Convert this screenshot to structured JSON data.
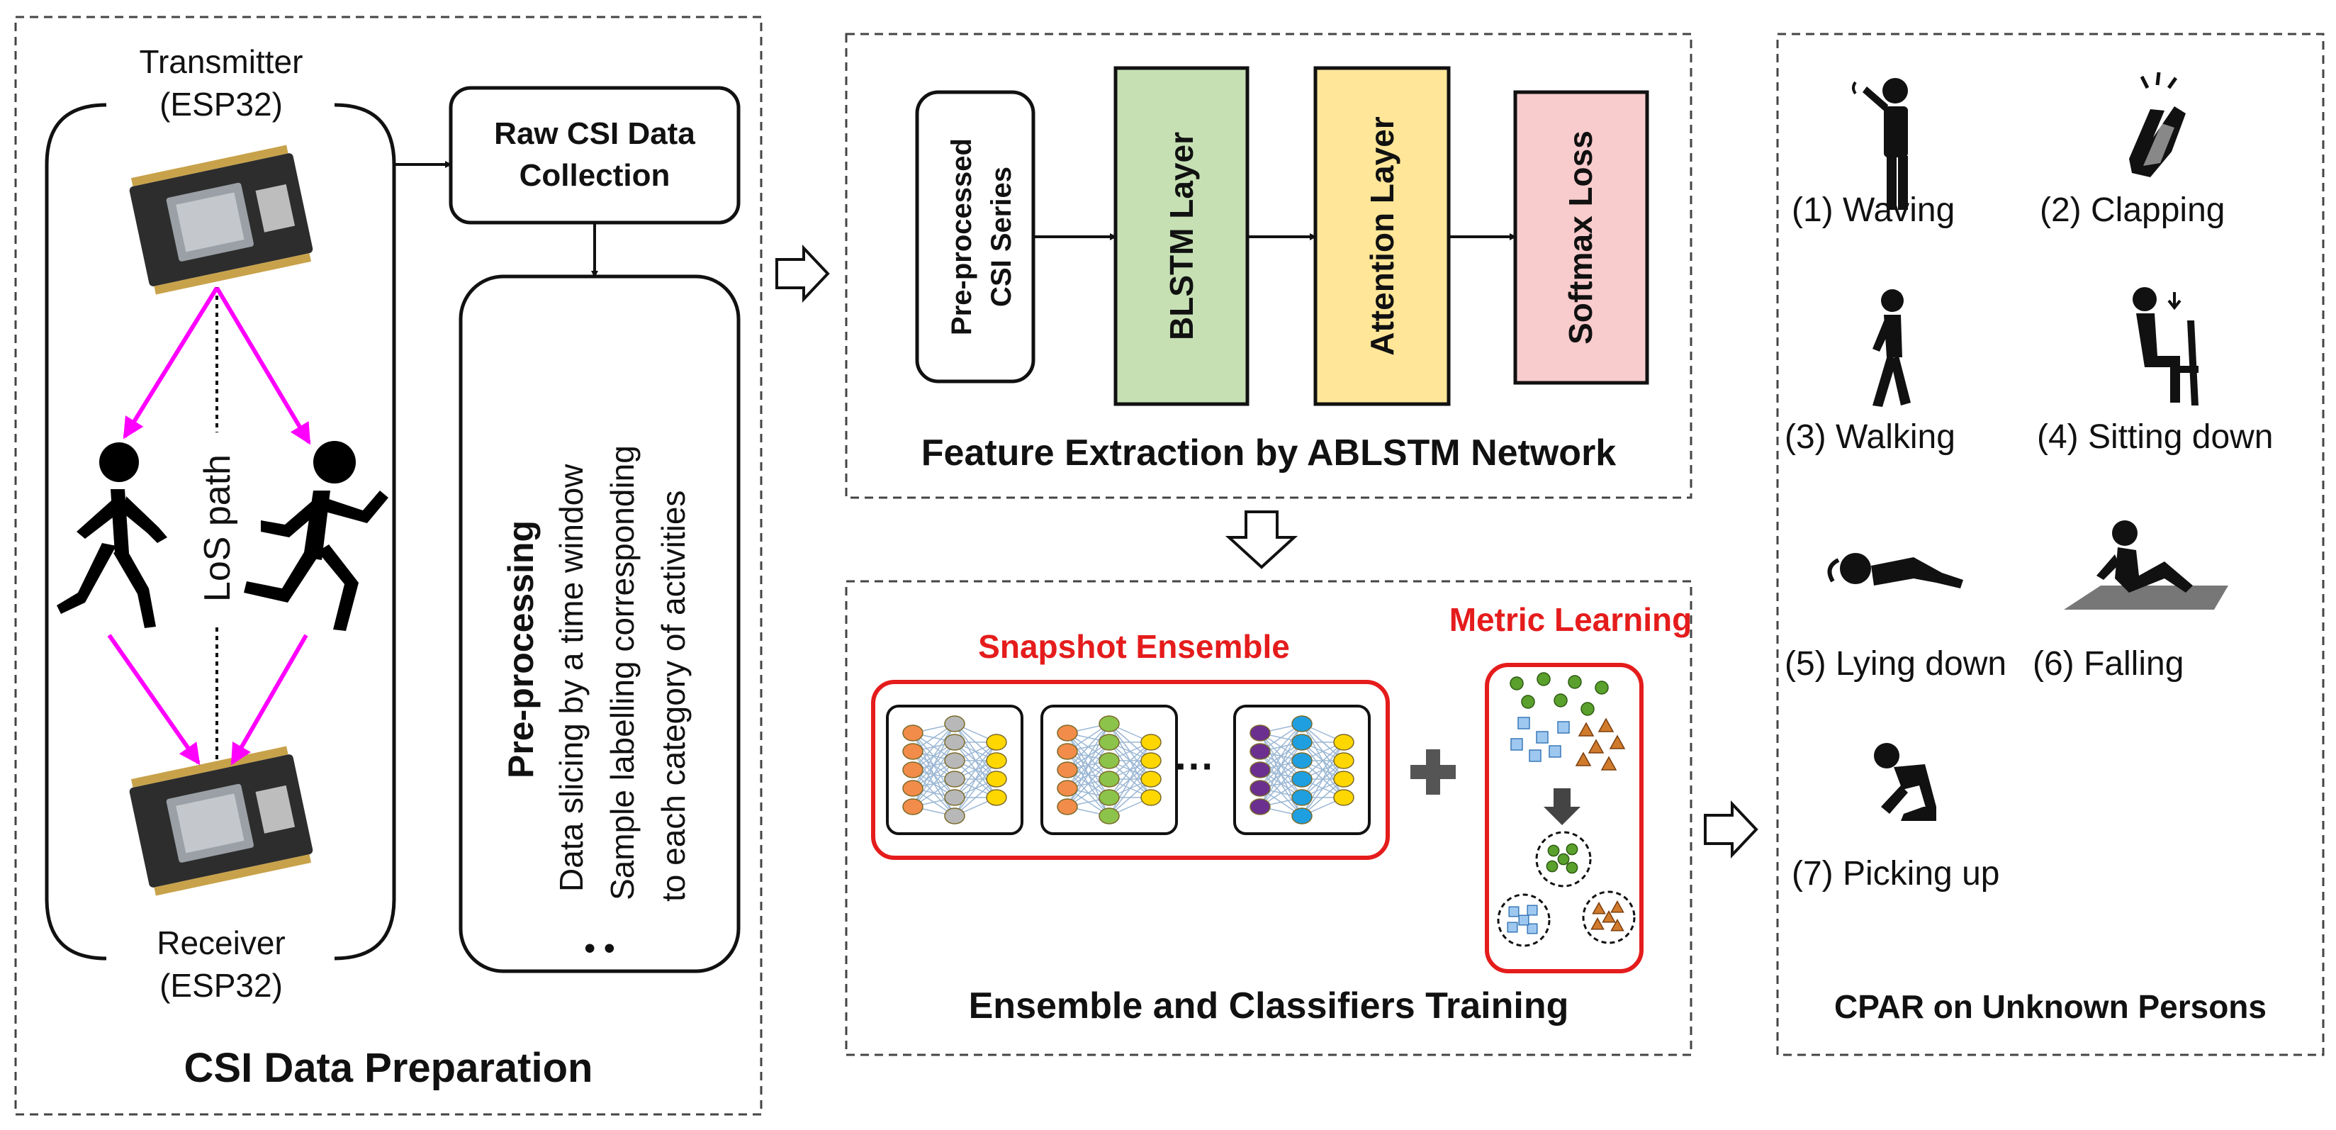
{
  "panel_prep": {
    "title": "CSI Data Preparation",
    "transmitter_label": "Transmitter",
    "transmitter_model": "(ESP32)",
    "receiver_label": "Receiver",
    "receiver_model": "(ESP32)",
    "los_label": "LoS path",
    "raw_box_line1": "Raw CSI Data",
    "raw_box_line2": "Collection",
    "preproc_title": "Pre-processing",
    "preproc_line1": "Data slicing by a time window",
    "preproc_line2": "Sample labelling corresponding",
    "preproc_line3": "to each category of activities",
    "preproc_ellipsis": "• •"
  },
  "panel_feature": {
    "title": "Feature Extraction by ABLSTM Network",
    "input_line1": "Pre-processed",
    "input_line2": "CSI Series",
    "blstm": "BLSTM Layer",
    "attention": "Attention Layer",
    "softmax": "Softmax Loss"
  },
  "panel_ensemble": {
    "title": "Ensemble and Classifiers Training",
    "snapshot_label": "Snapshot Ensemble",
    "metric_label": "Metric Learning",
    "dots": "···"
  },
  "panel_activities": {
    "title": "CPAR on Unknown Persons",
    "items": [
      "(1) Waving",
      "(2) Clapping",
      "(3) Walking",
      "(4) Sitting down",
      "(5) Lying down",
      "(6) Falling",
      "(7) Picking up"
    ]
  },
  "colors": {
    "blstm_fill": "#c6e0b4",
    "attention_fill": "#ffe699",
    "softmax_fill": "#f8cbcc",
    "accent_red": "#e51c1c",
    "los_arrow": "#ff00ff",
    "node_orange": "#f28c4a",
    "node_gray": "#b8b8b8",
    "node_yellow": "#ffd700",
    "node_green": "#8cc34a",
    "node_blue": "#1f9fe0",
    "node_purple": "#6b2f8f"
  }
}
